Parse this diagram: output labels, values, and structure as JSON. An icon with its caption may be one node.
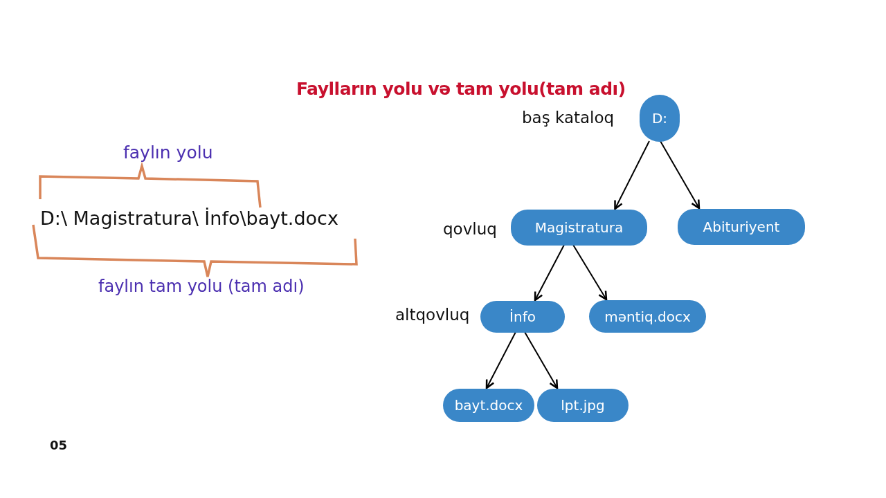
{
  "diagram": {
    "title": "Faylların yolu və tam yolu(tam adı)",
    "nodes": [
      {
        "text": [
          "D:"
        ],
        "beside": [
          "baş kataloq"
        ]
      },
      {
        "text": [
          "Magistratura"
        ],
        "beside": [
          "qovluq"
        ]
      },
      {
        "text": [
          "Abituriyent"
        ]
      },
      {
        "text": [
          "İnfo"
        ],
        "beside": [
          "altqovluq"
        ]
      },
      {
        "text": [
          "məntiq.docx"
        ]
      },
      {
        "text": [
          "bayt.docx"
        ]
      },
      {
        "text": [
          "lpt.jpg"
        ]
      }
    ],
    "edges": [
      {
        "from": 0,
        "to": 1,
        "arrow": "to"
      },
      {
        "from": 0,
        "to": 2,
        "arrow": "to"
      },
      {
        "from": 1,
        "to": 3,
        "arrow": "to"
      },
      {
        "from": 1,
        "to": 4,
        "arrow": "to"
      },
      {
        "from": 3,
        "to": 5,
        "arrow": "to"
      },
      {
        "from": 3,
        "to": 6,
        "arrow": "to"
      }
    ],
    "labels": [
      "faylın yolu",
      "D:\\ Magistratura\\ İnfo\\bayt.docx",
      "faylın tam yolu (tam adı)",
      "05"
    ]
  }
}
